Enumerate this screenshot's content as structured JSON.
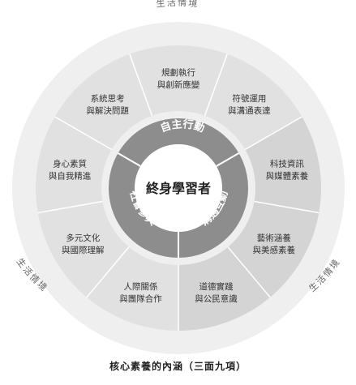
{
  "outer_labels": {
    "top": "生活情境",
    "left": "生活情境",
    "right": "生活情境"
  },
  "center": "終身學習者",
  "pillars": {
    "top": "自主行動",
    "left": "社會參與",
    "right": "溝通互動"
  },
  "items": [
    {
      "line1": "系統思考",
      "line2": "與解決問題"
    },
    {
      "line1": "規劃執行",
      "line2": "與創新應變"
    },
    {
      "line1": "符號運用",
      "line2": "與溝通表達"
    },
    {
      "line1": "科技資訊",
      "line2": "與媒體素養"
    },
    {
      "line1": "藝術涵養",
      "line2": "與美感素養"
    },
    {
      "line1": "道德實踐",
      "line2": "與公民意識"
    },
    {
      "line1": "人際關係",
      "line2": "與團隊合作"
    },
    {
      "line1": "多元文化",
      "line2": "與國際理解"
    },
    {
      "line1": "身心素質",
      "line2": "與自我精進"
    }
  ],
  "caption": "核心素養的內涵（三面九項）",
  "colors": {
    "outer_ring": "#efefef",
    "wedge_light": "#e1e1e1",
    "wedge_mid": "#d4d4d4",
    "ring_dark": "#8d8d8d",
    "center_fill": "#ffffff",
    "text": "#333333"
  }
}
